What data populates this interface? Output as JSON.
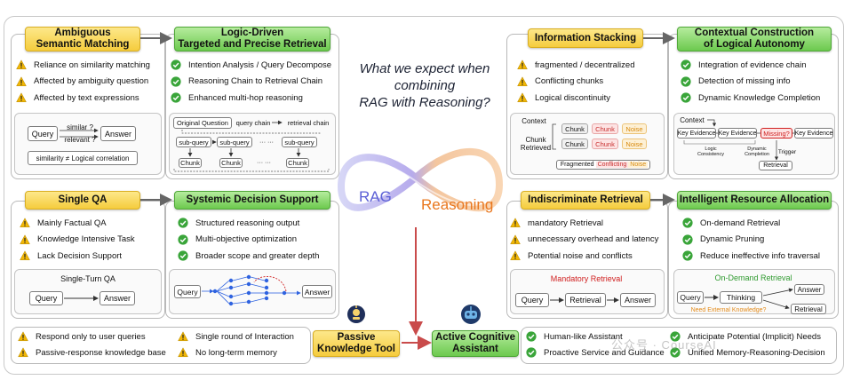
{
  "center": {
    "question_line1": "What we expect when",
    "question_line2": "combining",
    "question_line3": "RAG with Reasoning?",
    "rag_label": "RAG",
    "reasoning_label": "Reasoning"
  },
  "q1": {
    "from_tag": "Ambiguous\nSemantic Matching",
    "to_tag": "Logic-Driven\nTargeted and Precise Retrieval",
    "from_items": [
      "Reliance on similarity matching",
      "Affected by ambiguity question",
      "Affected by text expressions"
    ],
    "to_items": [
      "Intention Analysis / Query Decompose",
      "Reasoning Chain to Retrieval Chain",
      "Enhanced multi-hop reasoning"
    ],
    "from_diagram": {
      "query": "Query",
      "similar": "similar ?",
      "relevant": "relevant ?",
      "answer": "Answer",
      "bottom": "similarity ≠ Logical correlation"
    },
    "to_diagram": {
      "original_question": "Original Question",
      "query_chain": "query chain",
      "retrieval_chain": "retrieval chain",
      "sub_query": "sub-query",
      "dots": "··· ···",
      "chunk": "Chunk",
      "dots2": "··· ···"
    }
  },
  "q2": {
    "from_tag": "Information Stacking",
    "to_tag": "Contextual Construction\nof Logical Autonomy",
    "from_items": [
      "fragmented / decentralized",
      "Conflicting chunks",
      "Logical discontinuity"
    ],
    "to_items": [
      "Integration of evidence chain",
      "Detection of missing info",
      "Dynamic Knowledge Completion"
    ],
    "from_diagram": {
      "context": "Context",
      "chunk_retrieved": "Chunk\nRetrieved",
      "chunk": "Chunk",
      "noise": "Noise",
      "legend_fragmented": "Fragmented",
      "legend_conflicting": "Conflicting",
      "legend_noise": "Noise"
    },
    "to_diagram": {
      "context": "Context",
      "key_evidence": "Key Evidence",
      "missing": "Missing?",
      "logic_consistency": "Logic\nConsistency",
      "dynamic_completion": "Dynamic\nCompletion",
      "trigger": "Trigger",
      "retrieval": "Retrieval"
    }
  },
  "q3": {
    "from_tag": "Single QA",
    "to_tag": "Systemic Decision Support",
    "from_items": [
      "Mainly Factual QA",
      "Knowledge Intensive Task",
      "Lack Decision Support"
    ],
    "to_items": [
      "Structured reasoning output",
      "Multi-objective optimization",
      "Broader scope and greater depth"
    ],
    "from_diagram": {
      "title": "Single-Turn QA",
      "query": "Query",
      "answer": "Answer"
    },
    "to_diagram": {
      "query": "Query",
      "answer": "Answer"
    }
  },
  "q4": {
    "from_tag": "Indiscriminate Retrieval",
    "to_tag": "Intelligent Resource Allocation",
    "from_items": [
      "mandatory Retrieval",
      "unnecessary overhead and latency",
      "Potential noise and conflicts"
    ],
    "to_items": [
      "On-demand Retrieval",
      "Dynamic Pruning",
      "Reduce ineffective info traversal"
    ],
    "from_diagram": {
      "title": "Mandatory Retrieval",
      "query": "Query",
      "retrieval": "Retrieval",
      "answer": "Answer"
    },
    "to_diagram": {
      "title": "On-Demand Retrieval",
      "query": "Query",
      "thinking": "Thinking",
      "answer": "Answer",
      "retrieval": "Retrieval",
      "question": "Need External Knowledge?"
    }
  },
  "bottom": {
    "left_items": [
      "Respond only to user queries",
      "Passive-response knowledge base",
      "Single round of Interaction",
      "No long-term memory"
    ],
    "passive_tag": "Passive\nKnowledge Tool",
    "active_tag": "Active Cognitive\nAssistant",
    "right_items": [
      "Human-like Assistant",
      "Proactive Service and Guidance",
      "Anticipate Potential (Implicit) Needs",
      "Unified Memory-Reasoning-Decision"
    ],
    "watermark": "公众号 · CourseAI"
  },
  "colors": {
    "yellow_tag": "#f5cc3d",
    "green_tag": "#6cc94e",
    "warning": "#f2b705",
    "check": "#3aa53a",
    "rag": "#5b5fd6",
    "reasoning": "#e9771e"
  }
}
